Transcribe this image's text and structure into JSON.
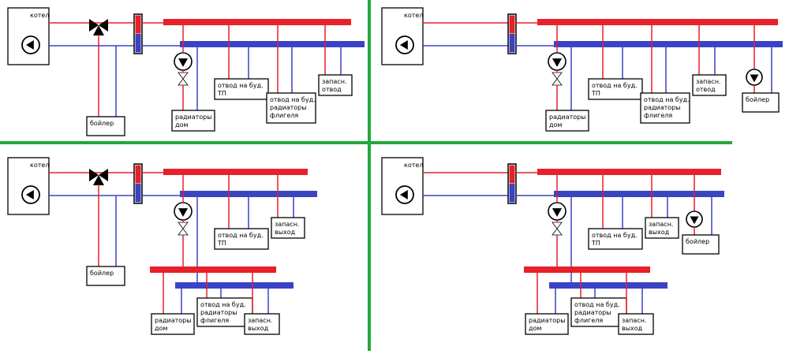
{
  "colors": {
    "supply": "#e8202a",
    "return": "#3a43c4",
    "divider": "#22a83a",
    "outline": "#000000"
  },
  "icons": [
    "pump-icon",
    "three-way-valve-icon",
    "check-valve-icon",
    "hydraulic-separator-icon"
  ],
  "labels": {
    "boiler_unit": "котел",
    "water_heater": "бойлер",
    "radiators_house": [
      "радиаторы",
      "дом"
    ],
    "floor_heating_branch": [
      "отвод на буд.",
      "ТП"
    ],
    "wing_radiators_branch": [
      "отвод на буд.",
      "радиаторы",
      "флигеля"
    ],
    "spare_branch": [
      "запасн.",
      "отвод"
    ],
    "spare_outlet": [
      "запасн.",
      "выход"
    ]
  }
}
